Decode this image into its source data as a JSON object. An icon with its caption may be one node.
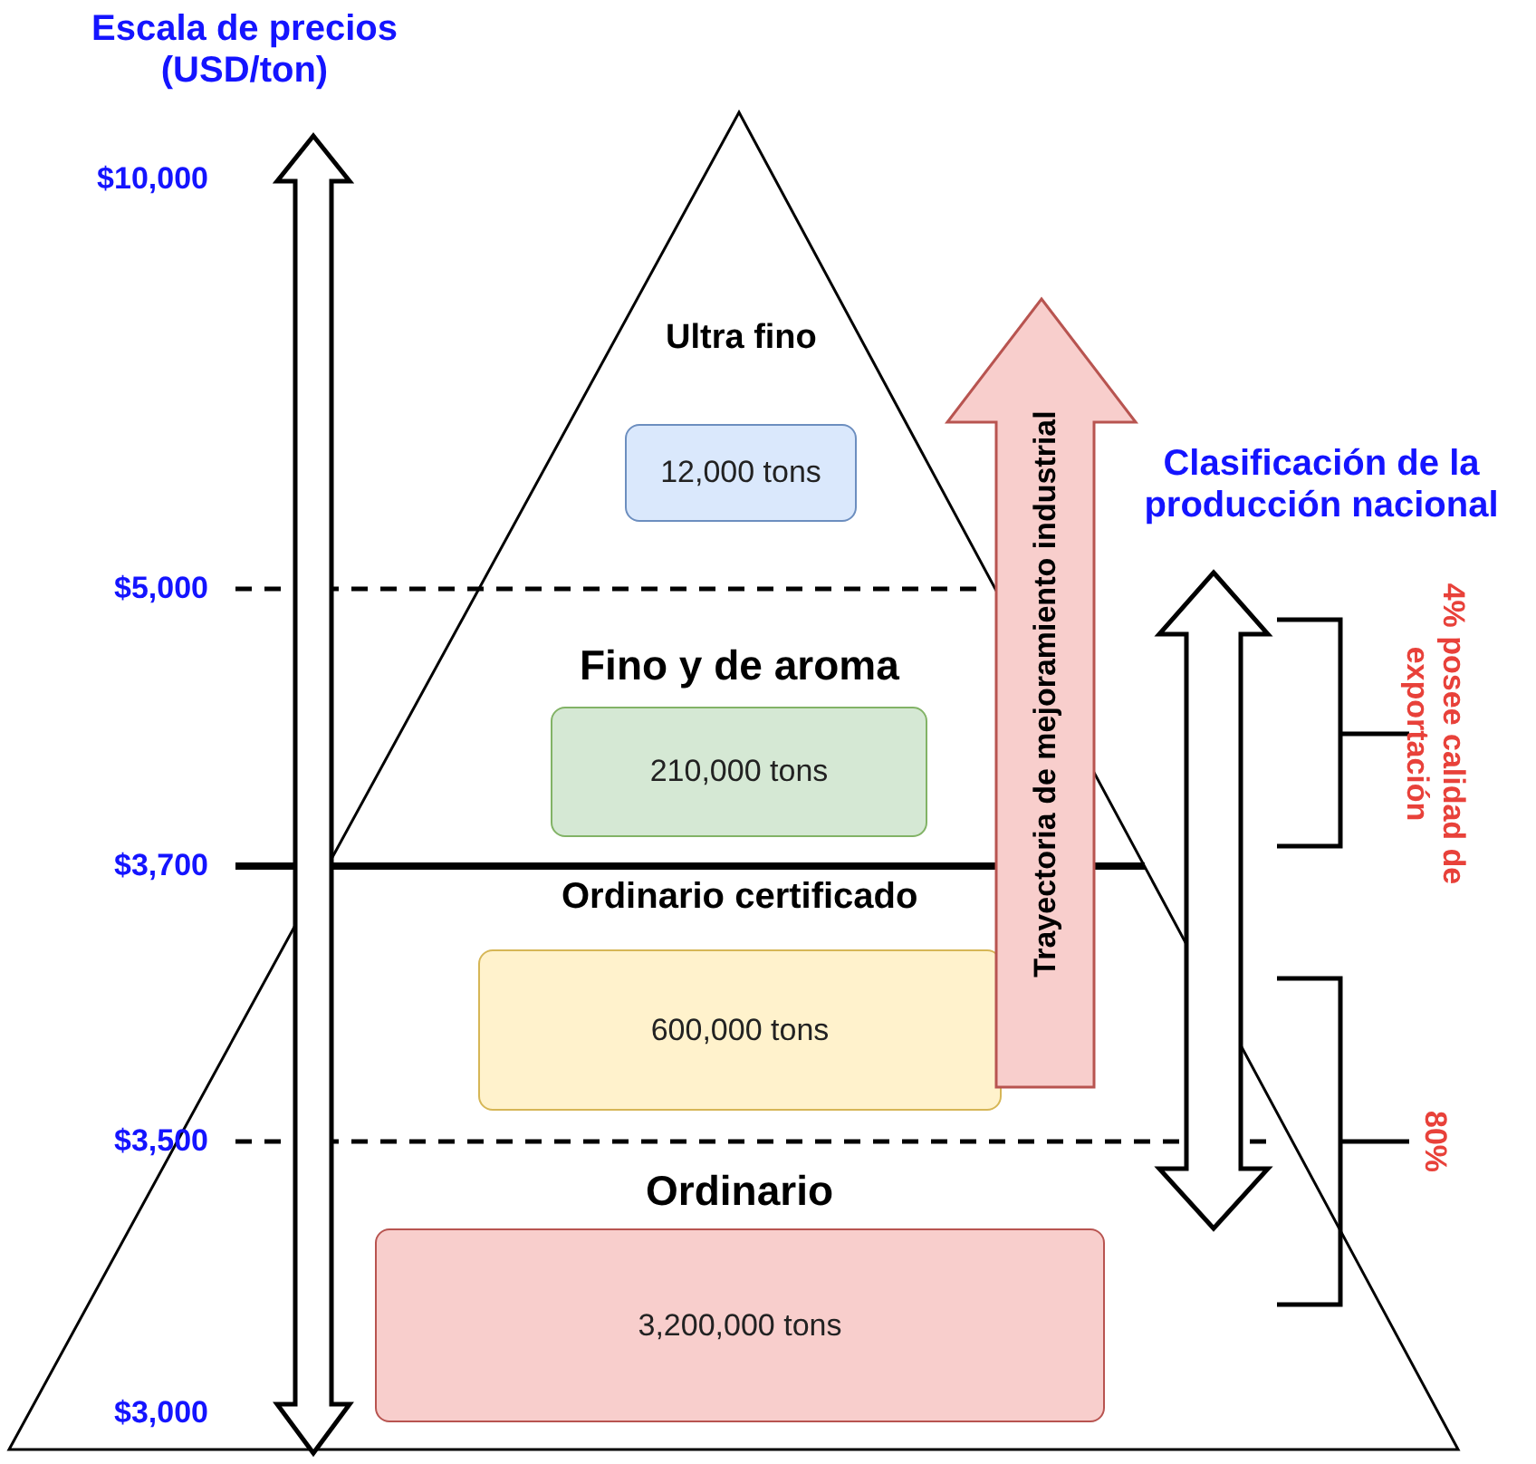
{
  "diagram": {
    "nodes": [
      {
        "text": [
          "Ultra fino",
          "12,000 tons"
        ]
      },
      {
        "text": [
          "Fino y de aroma",
          "210,000 tons"
        ]
      },
      {
        "text": [
          "Ordinario certificado",
          "600,000 tons"
        ]
      },
      {
        "text": [
          "Ordinario",
          "3,200,000 tons"
        ]
      },
      {
        "text": [
          "Trayectoria de mejoramiento industrial"
        ]
      }
    ],
    "edges": [],
    "labels": [
      "Escala de precios (USD/ton)",
      "$10,000",
      "Clasificación de la producción nacional",
      "$5,000",
      "4% posee calidad de exportación",
      "$3,700",
      "$3,500",
      "80%",
      "$3,000"
    ]
  }
}
